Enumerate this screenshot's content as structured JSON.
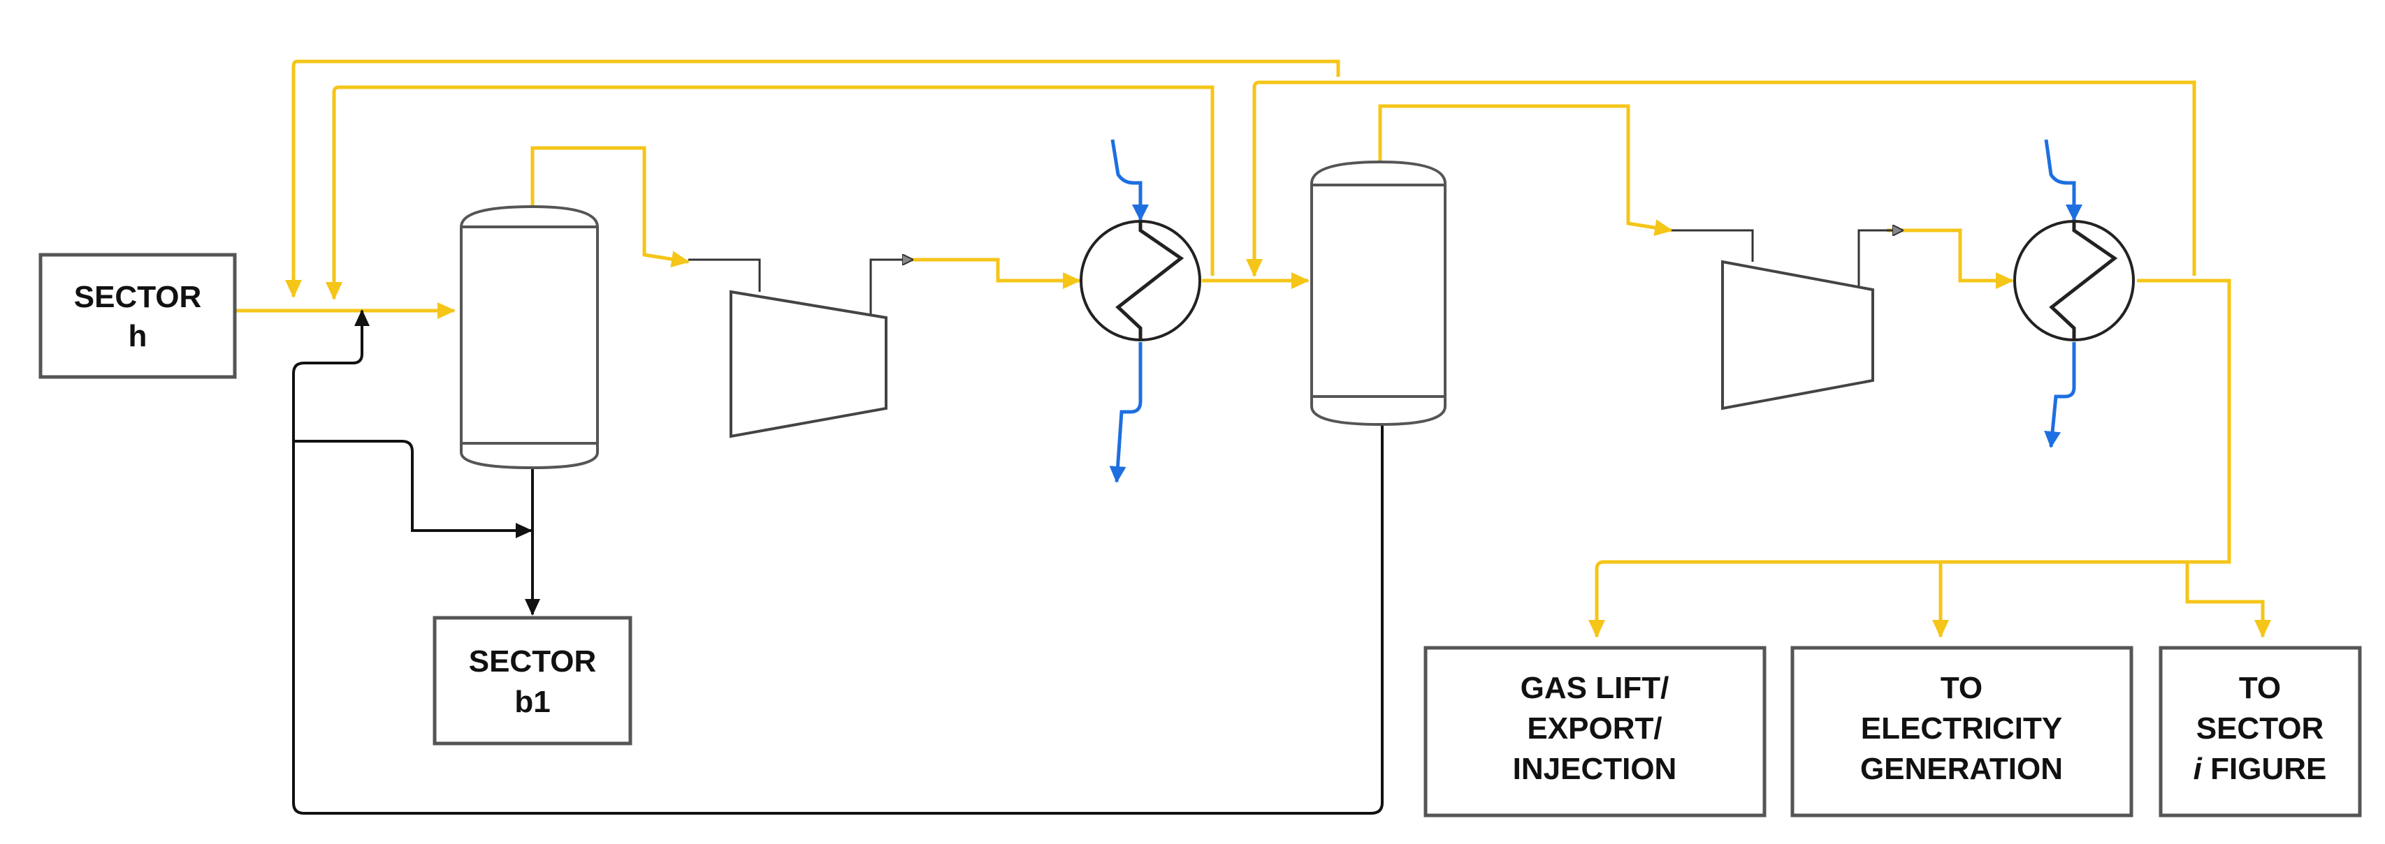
{
  "colors": {
    "gas_stream": "#F5C518",
    "liquid_stream": "#111111",
    "cooling_water": "#1E6FE0",
    "equipment_outline": "#555555"
  },
  "boxes": {
    "sector_h": {
      "line1": "SECTOR",
      "line2": "h"
    },
    "sector_b1": {
      "line1": "SECTOR",
      "line2": "b1"
    },
    "gas_lift": {
      "line1": "GAS LIFT/",
      "line2": "EXPORT/",
      "line3": "INJECTION"
    },
    "electricity": {
      "line1": "TO",
      "line2": "ELECTRICITY",
      "line3": "GENERATION"
    },
    "sector_i": {
      "line1": "TO",
      "line2": "SECTOR",
      "line3_italic": "i",
      "line3_rest": " FIGURE"
    }
  }
}
